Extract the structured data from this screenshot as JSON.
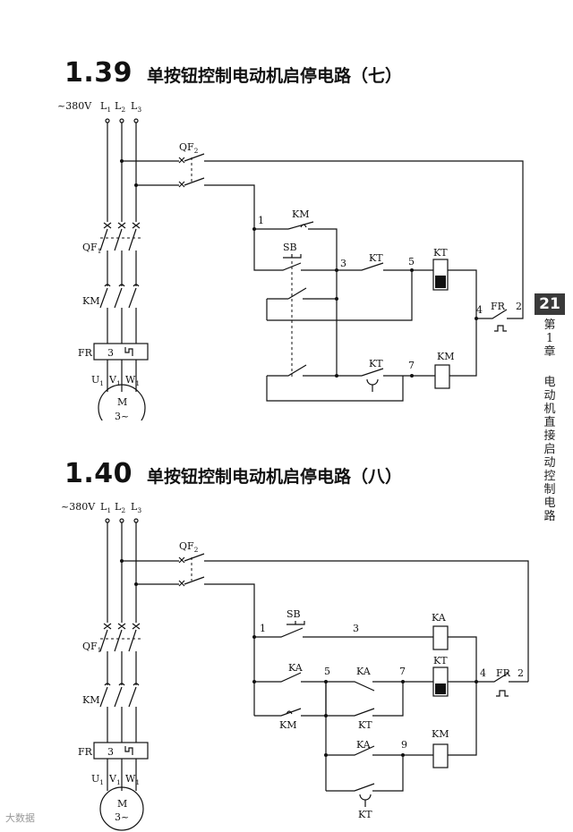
{
  "sections": [
    {
      "number": "1.39",
      "title": "单按钮控制电动机启停电路（七）"
    },
    {
      "number": "1.40",
      "title": "单按钮控制电动机启停电路（八）"
    }
  ],
  "chapter": {
    "page_number": "21",
    "label1": "第1章",
    "label2": "电动机直接启动控制电路"
  },
  "watermark": "大数据",
  "labels": {
    "supply": "~380V",
    "L": "L",
    "s1": "1",
    "s2": "2",
    "s3": "3",
    "QF2": "QF",
    "QF1": "QF",
    "KM": "KM",
    "FR": "FR",
    "FR_box": "3",
    "U": "U",
    "V": "V",
    "W": "W",
    "M": "M",
    "M3": "3~",
    "SB": "SB",
    "KT": "KT",
    "KA": "KA",
    "n1": "1",
    "n2": "2",
    "n3": "3",
    "n4": "4",
    "n5": "5",
    "n7": "7",
    "n9": "9"
  }
}
